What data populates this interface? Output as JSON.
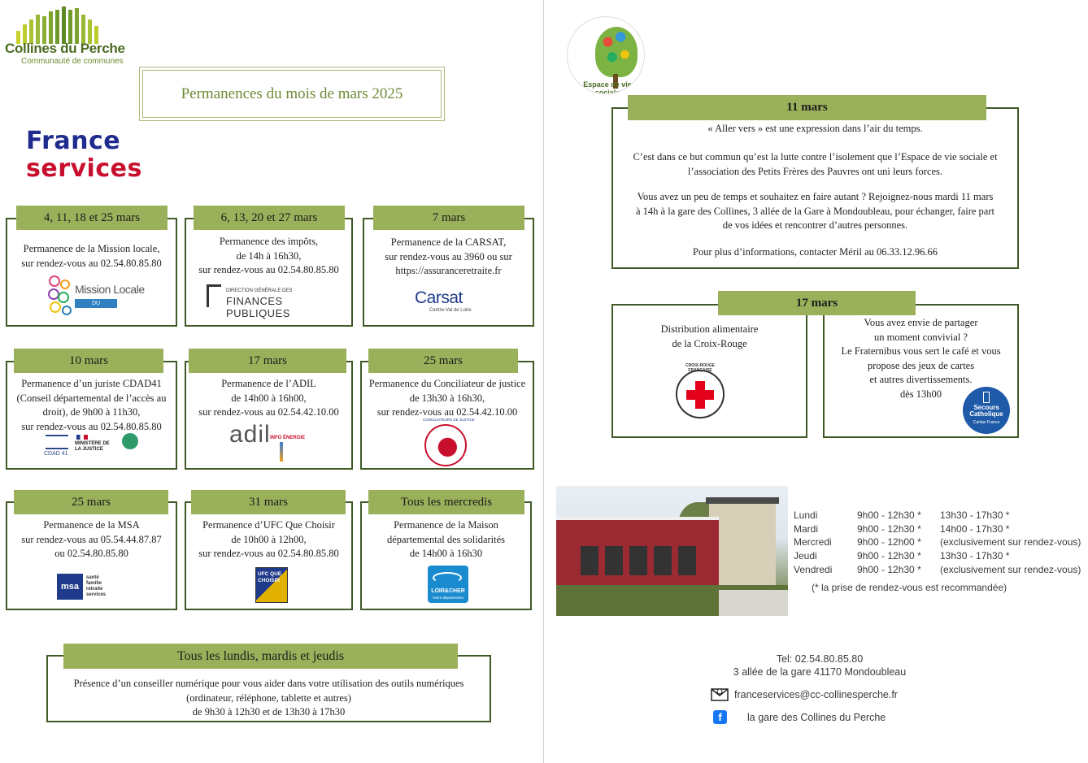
{
  "header": {
    "org_name": "Collines du Perche",
    "org_sub": "Communauté de communes",
    "title": "Permanences du mois de mars 2025",
    "fs_line1": "France",
    "fs_line2": "services",
    "evs_logo": "Espace de vie sociale"
  },
  "cards": [
    {
      "date": "4, 11, 18 et 25 mars",
      "text": [
        "Permanence de la Mission locale,",
        "sur rendez-vous au 02.54.80.85.80"
      ],
      "logo": "Mission Locale",
      "logo_sub": "DU VENDOMOIS"
    },
    {
      "date": "6, 13, 20 et 27 mars",
      "text": [
        "Permanence des impôts,",
        "de 14h à 16h30,",
        "sur rendez-vous au 02.54.80.85.80"
      ],
      "logo": "FINANCES PUBLIQUES",
      "logo_sub": "DIRECTION GÉNÉRALE DES"
    },
    {
      "date": "7 mars",
      "text": [
        "Permanence de la CARSAT,",
        "sur rendez-vous au 3960 ou sur",
        "https://assuranceretraite.fr"
      ],
      "logo": "Carsat",
      "logo_sub": "Centre-Val de Loire"
    },
    {
      "date": "10 mars",
      "text": [
        "Permanence d’un juriste CDAD41",
        "(Conseil départemental de l’accès au",
        "droit), de 9h00 à 11h30,",
        "sur rendez-vous au 02.54.80.85.80"
      ],
      "logo": "CDAD 41",
      "logo_sub": "MINISTÈRE DE LA JUSTICE"
    },
    {
      "date": "17 mars",
      "text": [
        "Permanence de l’ADIL",
        "de 14h00 à 16h00,",
        "sur rendez-vous au 02.54.42.10.00"
      ],
      "logo": "adil",
      "logo_sub": "INFO ÉNERGIE"
    },
    {
      "date": "25 mars",
      "text": [
        "Permanence du Conciliateur de justice",
        "de 13h30 à 16h30,",
        "sur rendez-vous au 02.54.42.10.00"
      ],
      "logo": "CONCILIATEURS DE JUSTICE",
      "logo_sub": ""
    },
    {
      "date": "25 mars",
      "text": [
        "Permanence de la MSA",
        "sur rendez-vous au 05.54.44.87.87",
        "ou 02.54.80.85.80"
      ],
      "logo": "msa",
      "logo_sub": "santé famille retraite services"
    },
    {
      "date": "31 mars",
      "text": [
        "Permanence d’UFC Que Choisir",
        "de 10h00 à 12h00,",
        "sur rendez-vous au 02.54.80.85.80"
      ],
      "logo": "UFC QUE CHOISIR",
      "logo_sub": ""
    },
    {
      "date": "Tous les mercredis",
      "text": [
        "Permanence de la Maison",
        "départemental des solidarités",
        "de 14h00 à 16h30"
      ],
      "logo": "LOIR&CHER",
      "logo_sub": "Notre département"
    }
  ],
  "bottom_card": {
    "date": "Tous les lundis, mardis et jeudis",
    "text": [
      "Présence d’un conseiller numérique pour vous aider dans votre utilisation des outils numériques",
      "(ordinateur, réléphone, tablette et autres)",
      "de 9h30 à 12h30 et de 13h30 à 17h30"
    ]
  },
  "event_11": {
    "date": "11 mars",
    "p1": "« Aller vers » est une expression dans l’air du temps.",
    "p2": [
      "C’est dans ce but commun qu’est la lutte contre l’isolement que l’Espace de vie sociale et",
      "l’association des Petits Frères des Pauvres ont uni leurs forces."
    ],
    "p3": [
      "Vous avez un peu de temps et souhaitez en faire autant ? Rejoignez-nous mardi 11 mars",
      "à 14h à la gare des Collines, 3 allée de la Gare à Mondoubleau, pour échanger, faire part",
      "de vos idées et rencontrer d’autres personnes."
    ],
    "p4": "Pour plus d’informations, contacter Méril au 06.33.12.96.66"
  },
  "event_17": {
    "date": "17 mars",
    "left": [
      "Distribution alimentaire",
      "de la Croix-Rouge"
    ],
    "right": [
      "Vous avez envie de partager",
      "un moment convivial ?",
      "Le Fraternibus vous sert le café et vous",
      "propose des jeux de cartes",
      "et autres divertissements.",
      "dès 13h00"
    ],
    "croix_rouge": "CROIX-ROUGE FRANÇAISE",
    "secours": [
      "Secours",
      "Catholique",
      "Caritas France"
    ]
  },
  "hours": {
    "rows": [
      {
        "day": "Lundi",
        "am": "9h00 - 12h30 *",
        "pm": "13h30 - 17h30 *"
      },
      {
        "day": "Mardi",
        "am": "9h00 - 12h30 *",
        "pm": "14h00 - 17h30 *"
      },
      {
        "day": "Mercredi",
        "am": "9h00 - 12h00 *",
        "pm": "(exclusivement sur rendez-vous)"
      },
      {
        "day": "Jeudi",
        "am": "9h00 - 12h30 *",
        "pm": "13h30 - 17h30 *"
      },
      {
        "day": "Vendredi",
        "am": "9h00 - 12h30 *",
        "pm": "(exclusivement sur rendez-vous)"
      }
    ],
    "note": "(* la prise de rendez-vous est recommandée)"
  },
  "contact": {
    "tel": "Tel: 02.54.80.85.80",
    "address": "3 allée de la gare 41170 Mondoubleau",
    "email": "franceservices@cc-collinesperche.fr",
    "facebook": "la gare des Collines du Perche"
  }
}
